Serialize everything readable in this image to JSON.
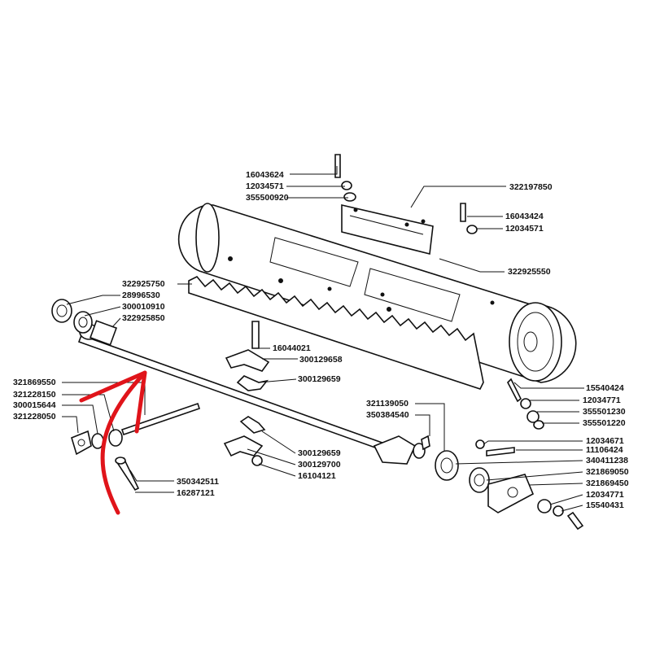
{
  "labels": [
    {
      "id": "p1",
      "text": "16043624"
    },
    {
      "id": "p2",
      "text": "12034571"
    },
    {
      "id": "p3",
      "text": "355500920"
    },
    {
      "id": "p4",
      "text": "322197850"
    },
    {
      "id": "p5",
      "text": "16043424"
    },
    {
      "id": "p6",
      "text": "12034571"
    },
    {
      "id": "p7",
      "text": "322925550"
    },
    {
      "id": "p8",
      "text": "322925750"
    },
    {
      "id": "p9",
      "text": "28996530"
    },
    {
      "id": "p10",
      "text": "300010910"
    },
    {
      "id": "p11",
      "text": "322925850"
    },
    {
      "id": "p12",
      "text": "16044021"
    },
    {
      "id": "p13",
      "text": "300129658"
    },
    {
      "id": "p14",
      "text": "300129659"
    },
    {
      "id": "p15",
      "text": "321869550"
    },
    {
      "id": "p16",
      "text": "321228150"
    },
    {
      "id": "p17",
      "text": "300015644"
    },
    {
      "id": "p18",
      "text": "321228050"
    },
    {
      "id": "p19",
      "text": "15540424"
    },
    {
      "id": "p20",
      "text": "12034771"
    },
    {
      "id": "p21",
      "text": "355501230"
    },
    {
      "id": "p22",
      "text": "355501220"
    },
    {
      "id": "p23",
      "text": "321139050"
    },
    {
      "id": "p24",
      "text": "350384540"
    },
    {
      "id": "p25",
      "text": "12034671"
    },
    {
      "id": "p26",
      "text": "11106424"
    },
    {
      "id": "p27",
      "text": "340411238"
    },
    {
      "id": "p28",
      "text": "321869050"
    },
    {
      "id": "p29",
      "text": "321869450"
    },
    {
      "id": "p30",
      "text": "12034771"
    },
    {
      "id": "p31",
      "text": "15540431"
    },
    {
      "id": "p32",
      "text": "300129659"
    },
    {
      "id": "p33",
      "text": "300129700"
    },
    {
      "id": "p34",
      "text": "16104121"
    },
    {
      "id": "p35",
      "text": "350342511"
    },
    {
      "id": "p36",
      "text": "16287121"
    }
  ],
  "colors": {
    "ink": "#111111",
    "background": "#ffffff",
    "annotation_arrow": "#e0141a"
  }
}
